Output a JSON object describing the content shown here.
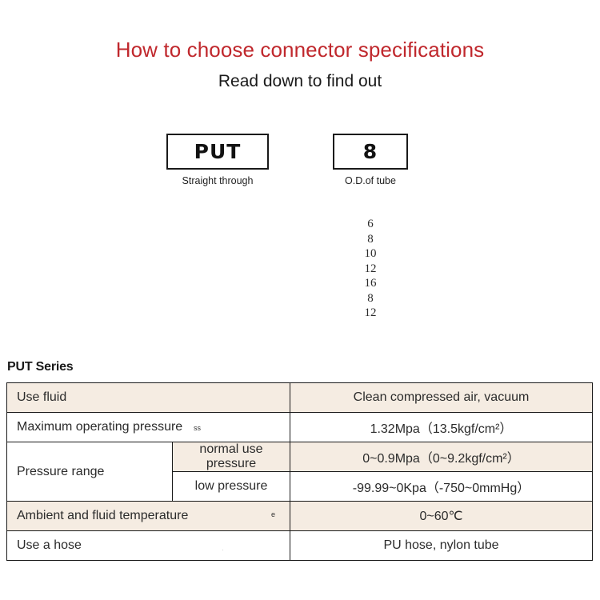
{
  "header": {
    "title": "How to choose connector specifications",
    "subtitle": "Read down to find out",
    "title_color": "#c0282d"
  },
  "code_boxes": [
    {
      "name": "series-code",
      "value": "PUT",
      "caption": "Straight through"
    },
    {
      "name": "od-code",
      "value": "8",
      "caption": "O.D.of tube"
    }
  ],
  "size_options": [
    "6",
    "8",
    "10",
    "12",
    "16",
    "8",
    "12"
  ],
  "spec_section": {
    "heading": "PUT Series",
    "shade_color": "#f5ece2",
    "rows": [
      {
        "label": "Use fluid",
        "sublabel": null,
        "value": "Clean compressed air, vacuum",
        "shaded": true
      },
      {
        "label": "Maximum operating pressure",
        "sublabel": null,
        "value": "1.32Mpa（13.5kgf/cm²）",
        "shaded": false,
        "artifact": "ss"
      },
      {
        "label": "Pressure range",
        "sublabel": "normal use pressure",
        "value": "0~0.9Mpa（0~9.2kgf/cm²）",
        "shaded": true
      },
      {
        "label": "",
        "sublabel": "low pressure",
        "value": "-99.99~0Kpa（-750~0mmHg）",
        "shaded": false
      },
      {
        "label": "Ambient and fluid temperature",
        "sublabel": null,
        "value": "0~60℃",
        "shaded": true,
        "artifact": "e"
      },
      {
        "label": "Use a hose",
        "sublabel": null,
        "value": "PU hose, nylon tube",
        "shaded": false
      }
    ]
  }
}
